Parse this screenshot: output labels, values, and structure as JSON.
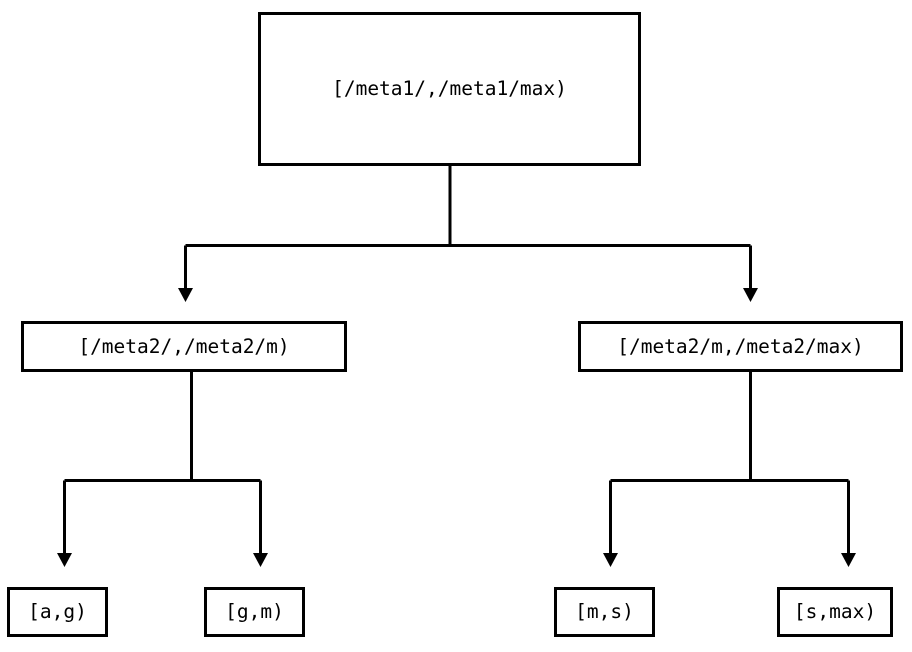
{
  "diagram": {
    "type": "tree",
    "title": "Hierarchical range partition tree",
    "background_color": "#ffffff",
    "stroke_color": "#000000",
    "node_fill": "#ffffff",
    "levels": 3,
    "nodes": [
      {
        "id": "root",
        "label": "[/meta1/,/meta1/max)",
        "level": 0,
        "children": [
          "mid-left",
          "mid-right"
        ]
      },
      {
        "id": "mid-left",
        "label": "[/meta2/,/meta2/m)",
        "level": 1,
        "children": [
          "leaf-1",
          "leaf-2"
        ]
      },
      {
        "id": "mid-right",
        "label": "[/meta2/m,/meta2/max)",
        "level": 1,
        "children": [
          "leaf-3",
          "leaf-4"
        ]
      },
      {
        "id": "leaf-1",
        "label": "[a,g)",
        "level": 2,
        "children": []
      },
      {
        "id": "leaf-2",
        "label": "[g,m)",
        "level": 2,
        "children": []
      },
      {
        "id": "leaf-3",
        "label": "[m,s)",
        "level": 2,
        "children": []
      },
      {
        "id": "leaf-4",
        "label": "[s,max)",
        "level": 2,
        "children": []
      }
    ],
    "edges": [
      {
        "from": "root",
        "to": "mid-left",
        "arrow": "filled-triangle-down"
      },
      {
        "from": "root",
        "to": "mid-right",
        "arrow": "filled-triangle-down"
      },
      {
        "from": "mid-left",
        "to": "leaf-1",
        "arrow": "filled-triangle-down"
      },
      {
        "from": "mid-left",
        "to": "leaf-2",
        "arrow": "filled-triangle-down"
      },
      {
        "from": "mid-right",
        "to": "leaf-3",
        "arrow": "filled-triangle-down"
      },
      {
        "from": "mid-right",
        "to": "leaf-4",
        "arrow": "filled-triangle-down"
      }
    ]
  }
}
